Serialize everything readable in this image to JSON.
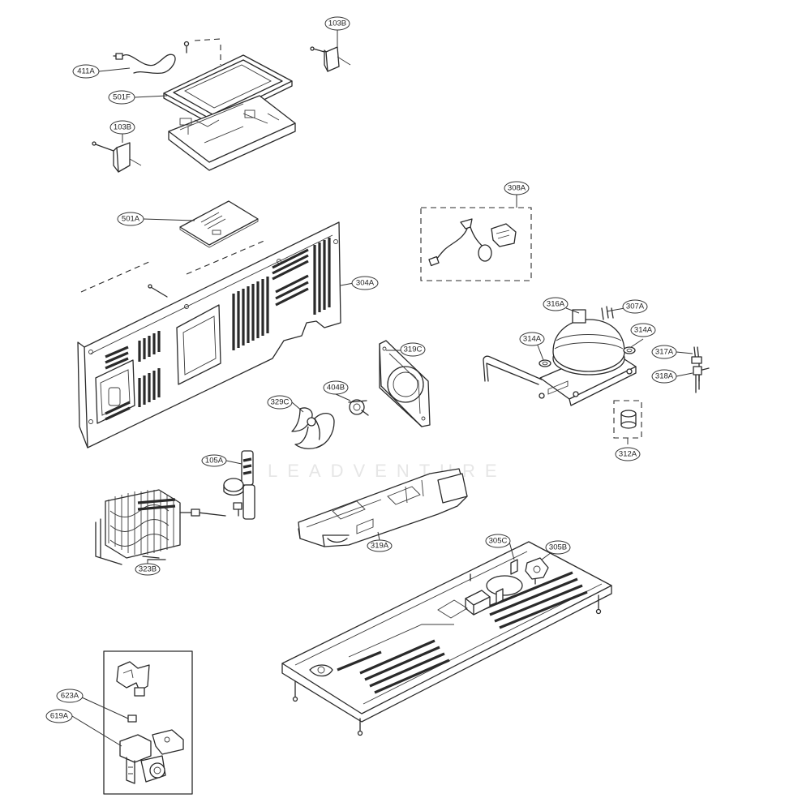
{
  "parts": [
    {
      "id": "411A",
      "label": "411A"
    },
    {
      "id": "103B-top",
      "label": "103B"
    },
    {
      "id": "501F",
      "label": "501F"
    },
    {
      "id": "103B-left",
      "label": "103B"
    },
    {
      "id": "501A",
      "label": "501A"
    },
    {
      "id": "304A",
      "label": "304A"
    },
    {
      "id": "308A",
      "label": "308A"
    },
    {
      "id": "316A",
      "label": "316A"
    },
    {
      "id": "307A",
      "label": "307A"
    },
    {
      "id": "314A-left",
      "label": "314A"
    },
    {
      "id": "314A-right",
      "label": "314A"
    },
    {
      "id": "317A",
      "label": "317A"
    },
    {
      "id": "318A",
      "label": "318A"
    },
    {
      "id": "319C",
      "label": "319C"
    },
    {
      "id": "404B",
      "label": "404B"
    },
    {
      "id": "329C",
      "label": "329C"
    },
    {
      "id": "312A",
      "label": "312A"
    },
    {
      "id": "105A",
      "label": "105A"
    },
    {
      "id": "319A",
      "label": "319A"
    },
    {
      "id": "323B",
      "label": "323B"
    },
    {
      "id": "305C",
      "label": "305C"
    },
    {
      "id": "305B",
      "label": "305B"
    },
    {
      "id": "623A",
      "label": "623A"
    },
    {
      "id": "619A",
      "label": "619A"
    }
  ],
  "watermark": "LEADVENTURE"
}
